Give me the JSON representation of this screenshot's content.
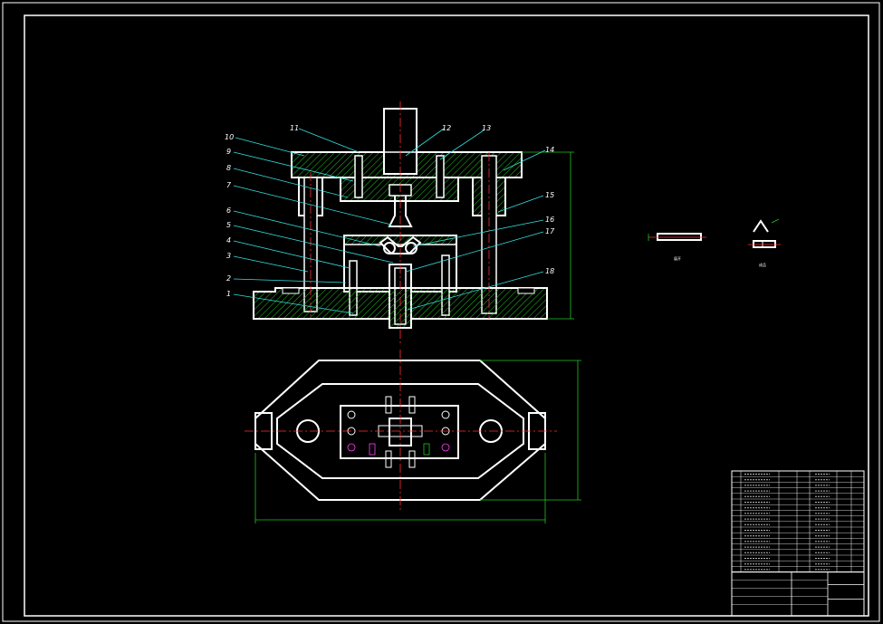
{
  "drawing": {
    "background": "#000000",
    "line_color": "#ffffff",
    "leader_color": "#33e0e0",
    "centerline_color": "#ff3030",
    "hatch_color": "#22c422",
    "part_numbers_left": [
      "10",
      "9",
      "8",
      "7",
      "6",
      "5",
      "4",
      "3",
      "2",
      "1"
    ],
    "part_numbers_top": [
      "11",
      "12",
      "13"
    ],
    "part_numbers_right": [
      "14",
      "15",
      "16",
      "17",
      "18"
    ],
    "detail_views": {
      "left_caption": "展开",
      "right_caption": "成品"
    }
  },
  "title_block": {
    "rows": 18,
    "cols": 7
  }
}
